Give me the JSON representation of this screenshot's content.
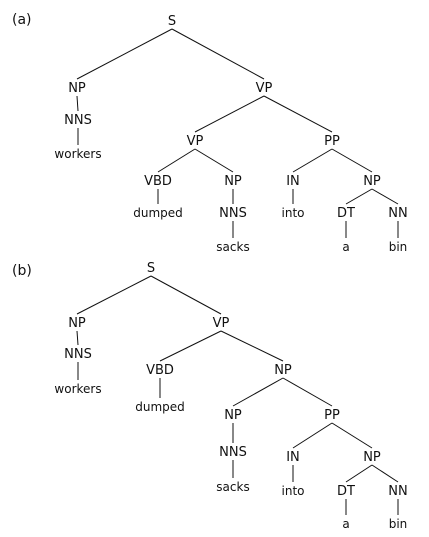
{
  "trees": [
    {
      "label": "(a)",
      "nodes": [
        {
          "id": "a_S",
          "text": "S"
        },
        {
          "id": "a_NP1",
          "text": "NP"
        },
        {
          "id": "a_NNS1",
          "text": "NNS"
        },
        {
          "id": "a_w_workers",
          "text": "workers"
        },
        {
          "id": "a_VP1",
          "text": "VP"
        },
        {
          "id": "a_VP2",
          "text": "VP"
        },
        {
          "id": "a_VBD",
          "text": "VBD"
        },
        {
          "id": "a_w_dumped",
          "text": "dumped"
        },
        {
          "id": "a_NP2",
          "text": "NP"
        },
        {
          "id": "a_NNS2",
          "text": "NNS"
        },
        {
          "id": "a_w_sacks",
          "text": "sacks"
        },
        {
          "id": "a_PP",
          "text": "PP"
        },
        {
          "id": "a_IN",
          "text": "IN"
        },
        {
          "id": "a_w_into",
          "text": "into"
        },
        {
          "id": "a_NP3",
          "text": "NP"
        },
        {
          "id": "a_DT",
          "text": "DT"
        },
        {
          "id": "a_w_a",
          "text": "a"
        },
        {
          "id": "a_NN",
          "text": "NN"
        },
        {
          "id": "a_w_bin",
          "text": "bin"
        }
      ],
      "edges": [
        [
          "a_S",
          "a_NP1"
        ],
        [
          "a_S",
          "a_VP1"
        ],
        [
          "a_NP1",
          "a_NNS1"
        ],
        [
          "a_NNS1",
          "a_w_workers"
        ],
        [
          "a_VP1",
          "a_VP2"
        ],
        [
          "a_VP1",
          "a_PP"
        ],
        [
          "a_VP2",
          "a_VBD"
        ],
        [
          "a_VP2",
          "a_NP2"
        ],
        [
          "a_VBD",
          "a_w_dumped"
        ],
        [
          "a_NP2",
          "a_NNS2"
        ],
        [
          "a_NNS2",
          "a_w_sacks"
        ],
        [
          "a_PP",
          "a_IN"
        ],
        [
          "a_PP",
          "a_NP3"
        ],
        [
          "a_IN",
          "a_w_into"
        ],
        [
          "a_NP3",
          "a_DT"
        ],
        [
          "a_NP3",
          "a_NN"
        ],
        [
          "a_DT",
          "a_w_a"
        ],
        [
          "a_NN",
          "a_w_bin"
        ]
      ]
    },
    {
      "label": "(b)",
      "nodes": [
        {
          "id": "b_S",
          "text": "S"
        },
        {
          "id": "b_NP1",
          "text": "NP"
        },
        {
          "id": "b_NNS1",
          "text": "NNS"
        },
        {
          "id": "b_w_workers",
          "text": "workers"
        },
        {
          "id": "b_VP",
          "text": "VP"
        },
        {
          "id": "b_VBD",
          "text": "VBD"
        },
        {
          "id": "b_w_dumped",
          "text": "dumped"
        },
        {
          "id": "b_NP2",
          "text": "NP"
        },
        {
          "id": "b_NP3",
          "text": "NP"
        },
        {
          "id": "b_NNS2",
          "text": "NNS"
        },
        {
          "id": "b_w_sacks",
          "text": "sacks"
        },
        {
          "id": "b_PP",
          "text": "PP"
        },
        {
          "id": "b_IN",
          "text": "IN"
        },
        {
          "id": "b_w_into",
          "text": "into"
        },
        {
          "id": "b_NP4",
          "text": "NP"
        },
        {
          "id": "b_DT",
          "text": "DT"
        },
        {
          "id": "b_w_a",
          "text": "a"
        },
        {
          "id": "b_NN",
          "text": "NN"
        },
        {
          "id": "b_w_bin",
          "text": "bin"
        }
      ],
      "edges": [
        [
          "b_S",
          "b_NP1"
        ],
        [
          "b_S",
          "b_VP"
        ],
        [
          "b_NP1",
          "b_NNS1"
        ],
        [
          "b_NNS1",
          "b_w_workers"
        ],
        [
          "b_VP",
          "b_VBD"
        ],
        [
          "b_VP",
          "b_NP2"
        ],
        [
          "b_VBD",
          "b_w_dumped"
        ],
        [
          "b_NP2",
          "b_NP3"
        ],
        [
          "b_NP2",
          "b_PP"
        ],
        [
          "b_NP3",
          "b_NNS2"
        ],
        [
          "b_NNS2",
          "b_w_sacks"
        ],
        [
          "b_PP",
          "b_IN"
        ],
        [
          "b_PP",
          "b_NP4"
        ],
        [
          "b_IN",
          "b_w_into"
        ],
        [
          "b_NP4",
          "b_DT"
        ],
        [
          "b_NP4",
          "b_NN"
        ],
        [
          "b_DT",
          "b_w_a"
        ],
        [
          "b_NN",
          "b_w_bin"
        ]
      ]
    }
  ]
}
